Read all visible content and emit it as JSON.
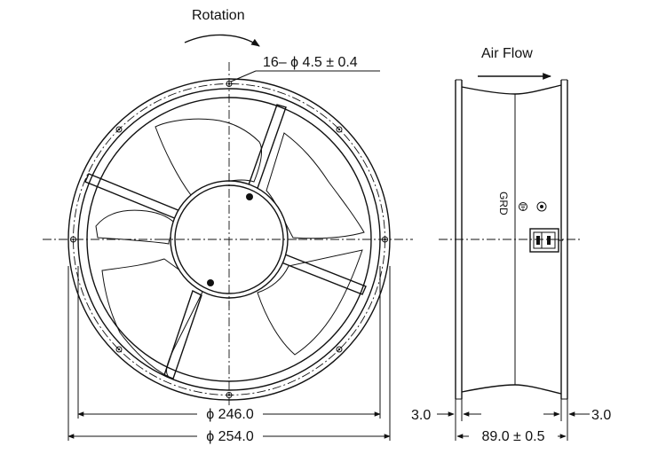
{
  "labels": {
    "rotation": "Rotation",
    "air_flow": "Air Flow",
    "holes": "16– ϕ 4.5 ± 0.4",
    "grd": "GRD",
    "d_inner": "ϕ 246.0",
    "d_outer": "ϕ 254.0",
    "flange_left": "3.0",
    "flange_right": "3.0",
    "depth": "89.0 ± 0.5"
  },
  "icons": {
    "ground": "ground-symbol-icon",
    "connector": "terminal-connector-icon"
  }
}
